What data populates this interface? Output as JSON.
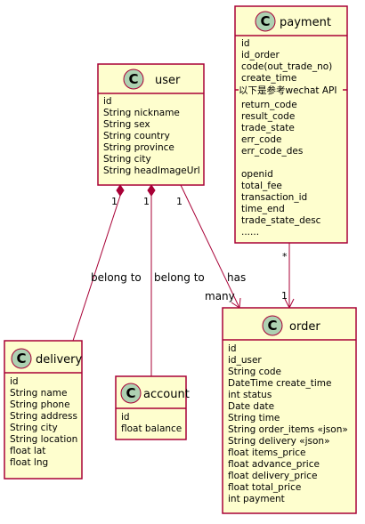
{
  "classes": {
    "payment": {
      "glyph": "C",
      "name": "payment",
      "attributes": [
        "id",
        "id_order",
        "code(out_trade_no)",
        "create_time"
      ],
      "note": "以下是参考wechat API",
      "attributes_after_note": [
        "return_code",
        "result_code",
        "trade_state",
        "err_code",
        "err_code_des",
        "",
        "openid",
        "total_fee",
        "transaction_id",
        "time_end",
        "trade_state_desc",
        "......"
      ]
    },
    "user": {
      "glyph": "C",
      "name": "user",
      "attributes": [
        "id",
        "String nickname",
        "String sex",
        "String country",
        "String province",
        "String city",
        "String headImageUrl"
      ]
    },
    "delivery": {
      "glyph": "C",
      "name": "delivery",
      "attributes": [
        "id",
        "String name",
        "String phone",
        "String address",
        "String city",
        "String location",
        "float lat",
        "float lng"
      ]
    },
    "account": {
      "glyph": "C",
      "name": "account",
      "attributes": [
        "id",
        "float balance"
      ]
    },
    "order": {
      "glyph": "C",
      "name": "order",
      "attributes": [
        "id",
        "id_user",
        "String code",
        "DateTime create_time",
        "int status",
        "Date date",
        "String time",
        "String order_items «json»",
        "String delivery «json»",
        "float items_price",
        "float advance_price",
        "float delivery_price",
        "float total_price",
        "int payment"
      ]
    }
  },
  "relations": {
    "user_delivery": {
      "label": "belong to",
      "mult_source": "1"
    },
    "user_account": {
      "label": "belong to",
      "mult_source": "1"
    },
    "user_order": {
      "label": "has",
      "mult_source": "1",
      "mult_target": "many"
    },
    "payment_order": {
      "mult_source": "*",
      "mult_target": "1"
    }
  }
}
